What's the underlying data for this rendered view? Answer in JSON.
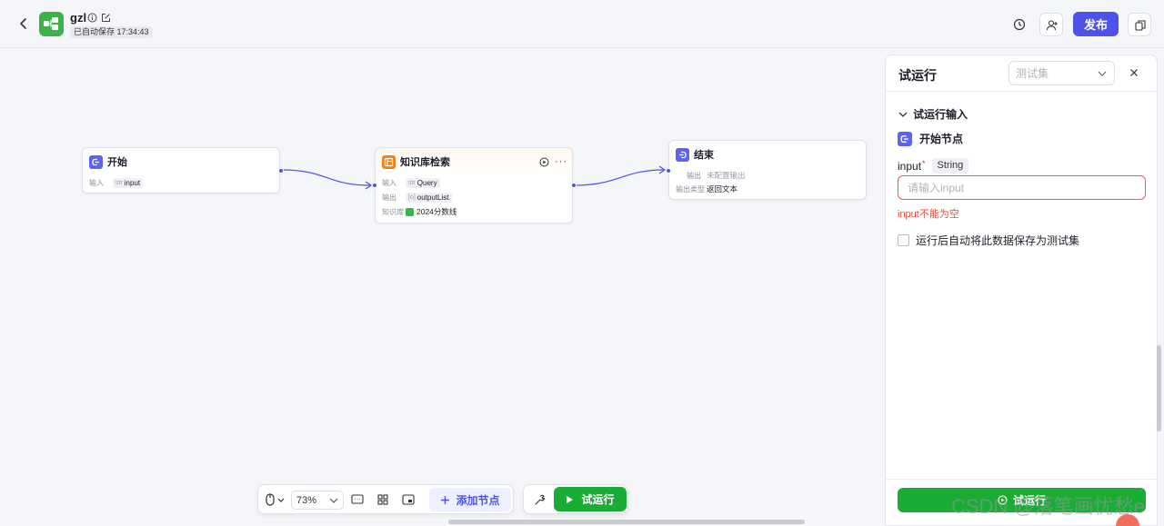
{
  "header": {
    "app_name": "gzl",
    "autosave": "已自动保存 17:34:43",
    "publish_label": "发布",
    "colors": {
      "brand": "#4d53e8",
      "logo": "#3bb24a"
    }
  },
  "nodes": {
    "start": {
      "title": "开始",
      "input_label": "输入",
      "input_type": "str",
      "input_name": "input"
    },
    "knowledge": {
      "title": "知识库检索",
      "input_label": "输入",
      "input_type": "str",
      "input_name": "Query",
      "output_label": "输出",
      "output_type": "[o]",
      "output_name": "outputList",
      "kb_label": "知识库",
      "kb_name": "2024分数线"
    },
    "end": {
      "title": "结束",
      "output_label": "输出",
      "output_value": "未配置输出",
      "output_type_label": "输出类型",
      "output_type_value": "返回文本"
    }
  },
  "toolbar": {
    "zoom": "73%",
    "add_node_label": "添加节点",
    "run_label": "试运行"
  },
  "panel": {
    "title": "试运行",
    "testset_placeholder": "测试集",
    "section_label": "试运行输入",
    "start_node_label": "开始节点",
    "field_name": "input",
    "field_required_mark": "*",
    "field_type": "String",
    "input_placeholder": "请输入input",
    "error_msg": "input不能为空",
    "checkbox_label": "运行后自动将此数据保存为测试集",
    "run_button_label": "试运行"
  },
  "watermark": "CSDN @落笔画忧愁e"
}
